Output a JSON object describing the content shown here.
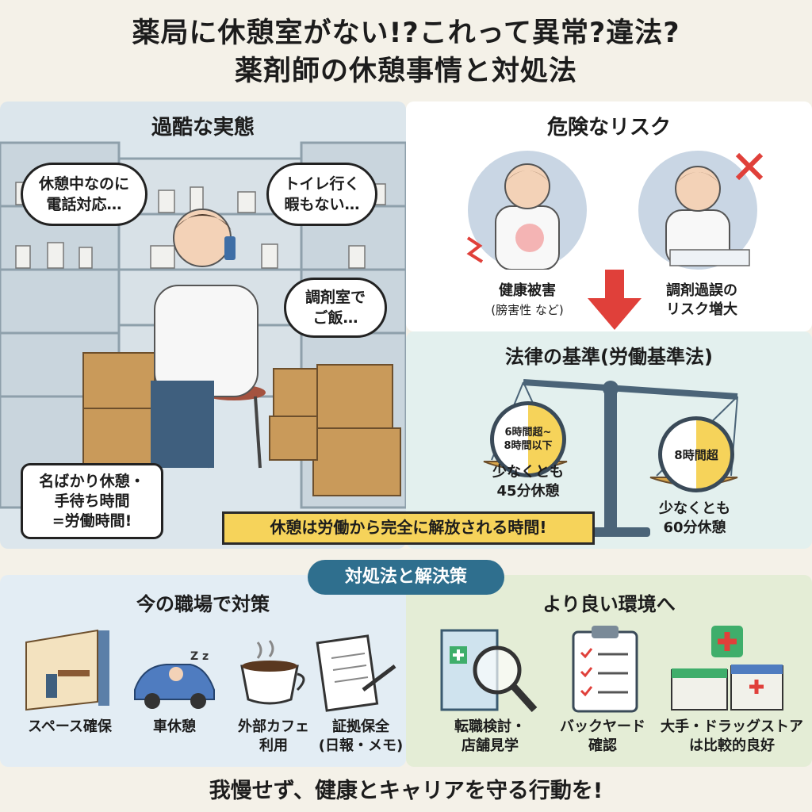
{
  "title": {
    "line1": "薬局に休憩室がない!?これって異常?違法?",
    "line2": "薬剤師の休憩事情と対処法"
  },
  "left": {
    "heading": "過酷な実態",
    "bubbles": [
      {
        "line1": "休憩中なのに",
        "line2": "電話対応…"
      },
      {
        "line1": "トイレ行く",
        "line2": "暇もない…"
      },
      {
        "line1": "調剤室で",
        "line2": "ご飯…"
      },
      {
        "line1": "名ばかり休憩・",
        "line2": "手待ち時間",
        "line3": "=労働時間!"
      }
    ]
  },
  "right": {
    "heading": "危険なリスク",
    "risk1": {
      "line1": "健康被害",
      "line2": "(膀害性 など)"
    },
    "risk2": {
      "line1": "調剤過誤の",
      "line2": "リスク増大"
    },
    "law_heading": "法律の基準(労働基準法)",
    "scale_left": {
      "clock_line1": "6時間超~",
      "clock_line2": "8時間以下",
      "label1": "少なくとも",
      "label2": "45分休憩"
    },
    "scale_right": {
      "clock_line1": "8時間超",
      "label1": "少なくとも",
      "label2": "60分休憩"
    }
  },
  "ribbon": "休憩は労働から完全に解放される時間!",
  "solutions": {
    "pill": "対処法と解決策",
    "now": {
      "heading": "今の職場で対策",
      "items": [
        {
          "label1": "スペース確保",
          "label2": "",
          "icon": "room-icon"
        },
        {
          "label1": "車休憩",
          "label2": "",
          "icon": "car-icon"
        },
        {
          "label1": "外部カフェ",
          "label2": "利用",
          "icon": "coffee-icon"
        },
        {
          "label1": "証拠保全",
          "label2": "(日報・メモ)",
          "icon": "notebook-icon"
        }
      ]
    },
    "better": {
      "heading": "より良い環境へ",
      "items": [
        {
          "label1": "転職検討・",
          "label2": "店舗見学",
          "icon": "magnifier-icon"
        },
        {
          "label1": "バックヤード",
          "label2": "確認",
          "icon": "clipboard-icon"
        },
        {
          "label1": "大手・ドラッグストア",
          "label2": "は比較的良好",
          "icon": "store-icon"
        }
      ]
    }
  },
  "footer": "我慢せず、健康とキャリアを守る行動を!",
  "colors": {
    "accent": "#2f6f8e",
    "ribbon": "#f6d35a",
    "danger": "#e0403a",
    "left_bg": "#dfe8ee",
    "right_bg": "#e8f3f1",
    "green_bg": "#e4edd6"
  }
}
